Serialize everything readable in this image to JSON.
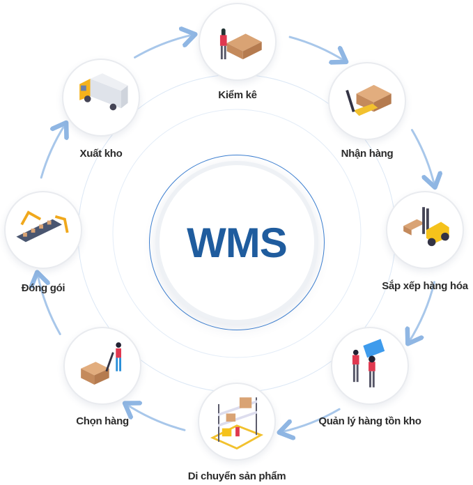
{
  "center": {
    "title": "WMS"
  },
  "colors": {
    "title": "#1f5c9e",
    "ring": "#3c7fd1",
    "arrow": "#8fb6e3",
    "label": "#2b2b2b"
  },
  "steps": [
    {
      "label": "Kiểm kê",
      "icon": "inventory-check-icon"
    },
    {
      "label": "Nhận hàng",
      "icon": "pallet-jack-receiving-icon"
    },
    {
      "label": "Sắp xếp hàng hóa",
      "icon": "forklift-icon"
    },
    {
      "label": "Quản lý hàng tồn kho",
      "icon": "inventory-management-icon"
    },
    {
      "label": "Di chuyển sản phẩm",
      "icon": "shelving-move-icon"
    },
    {
      "label": "Chọn hàng",
      "icon": "picking-pallet-icon"
    },
    {
      "label": "Đóng gói",
      "icon": "packing-robot-conveyor-icon"
    },
    {
      "label": "Xuất kho",
      "icon": "delivery-truck-icon"
    }
  ]
}
